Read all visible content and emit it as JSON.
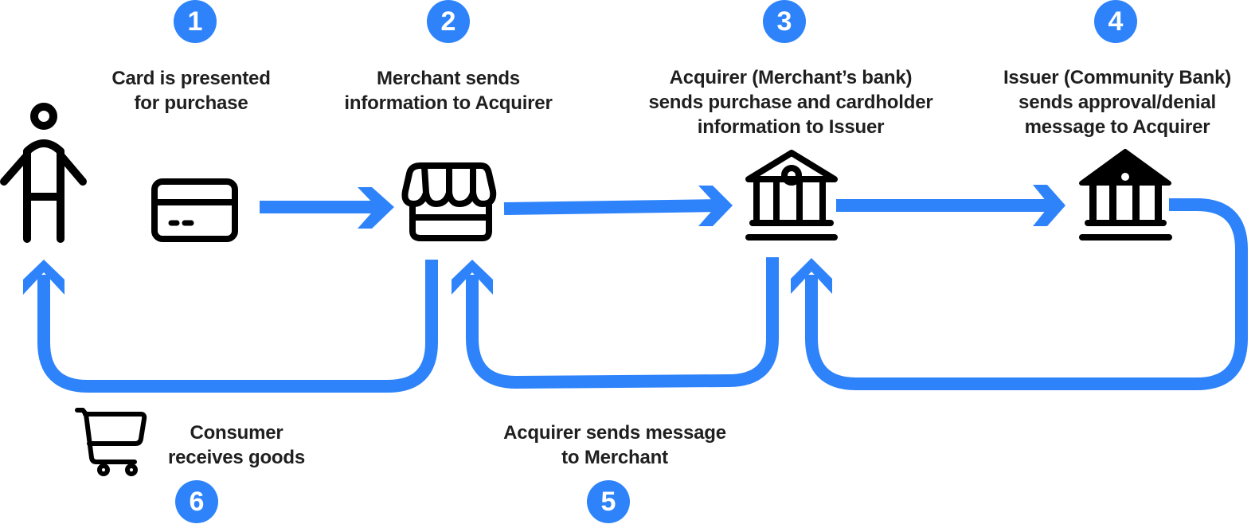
{
  "colors": {
    "accent": "#2E83FB",
    "icon": "#000000",
    "text": "#1f1f1f",
    "badge_text": "#ffffff"
  },
  "steps": [
    {
      "number": "1",
      "lines": [
        "Card is presented",
        "for purchase"
      ],
      "icon": "credit-card-icon"
    },
    {
      "number": "2",
      "lines": [
        "Merchant sends",
        "information to Acquirer"
      ],
      "icon": "storefront-icon"
    },
    {
      "number": "3",
      "lines": [
        "Acquirer (Merchant’s bank)",
        "sends purchase and cardholder",
        "information to Issuer"
      ],
      "icon": "bank-outline-icon"
    },
    {
      "number": "4",
      "lines": [
        "Issuer (Community Bank)",
        "sends approval/denial",
        "message to Acquirer"
      ],
      "icon": "bank-filled-icon"
    },
    {
      "number": "5",
      "lines": [
        "Acquirer sends message",
        "to Merchant"
      ],
      "icon": null
    },
    {
      "number": "6",
      "lines": [
        "Consumer",
        "receives goods"
      ],
      "icon": "shopping-cart-icon"
    }
  ],
  "actors": {
    "consumer": "person-icon"
  }
}
